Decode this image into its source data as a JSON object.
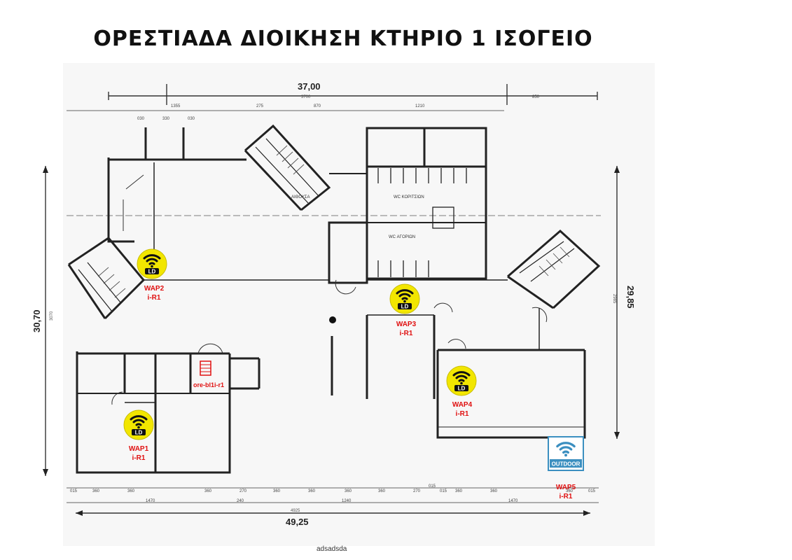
{
  "title": "ΟΡΕΣΤΙΑΔΑ ΔΙΟΙΚΗΣΗ  ΚΤΗΡΙΟ 1 ΙΣΟΓΕΙΟ",
  "dimensions": {
    "top_total": "37,00",
    "top_sub": "3700",
    "bottom_total": "49,25",
    "bottom_sub": "4925",
    "left_total": "30,70",
    "left_sub": "3070",
    "right_total": "29,85",
    "right_sub": "2985",
    "top_segments": [
      "1355",
      "275",
      "870",
      "1210",
      "850"
    ],
    "top_small": [
      "030",
      "330",
      "030"
    ],
    "bottom_segments": [
      "015",
      "360",
      "360",
      "360",
      "270",
      "360",
      "360",
      "360",
      "360",
      "270",
      "015",
      "015",
      "360",
      "360",
      "360",
      "015"
    ],
    "bottom_sub_segments": [
      "1470",
      "240",
      "1240",
      "1470"
    ]
  },
  "rooms": {
    "wc_girls": "WC ΚΟΡΙΤΣΙΩΝ",
    "wc_boys": "WC ΑΓΟΡΙΩΝ",
    "lobby": "ΑΙΘΟΥΣΑ"
  },
  "access_points": [
    {
      "id": "wap1",
      "badge": "LD",
      "name": "WAP1",
      "sub": "i-R1"
    },
    {
      "id": "wap2",
      "badge": "LD",
      "name": "WAP2",
      "sub": "i-R1"
    },
    {
      "id": "wap3",
      "badge": "LD",
      "name": "WAP3",
      "sub": "i-R1"
    },
    {
      "id": "wap4",
      "badge": "LD",
      "name": "WAP4",
      "sub": "i-R1"
    },
    {
      "id": "wap5",
      "badge": "OUTDOOR",
      "name": "WAP5",
      "sub": "i-R1"
    }
  ],
  "rack_label": "ore-bl1i-r1",
  "footer": "adsadsda",
  "colors": {
    "wifi_badge": "#f2e600",
    "outdoor_badge": "#3b8fc0",
    "label_red": "#e01010",
    "wall": "#222222"
  }
}
